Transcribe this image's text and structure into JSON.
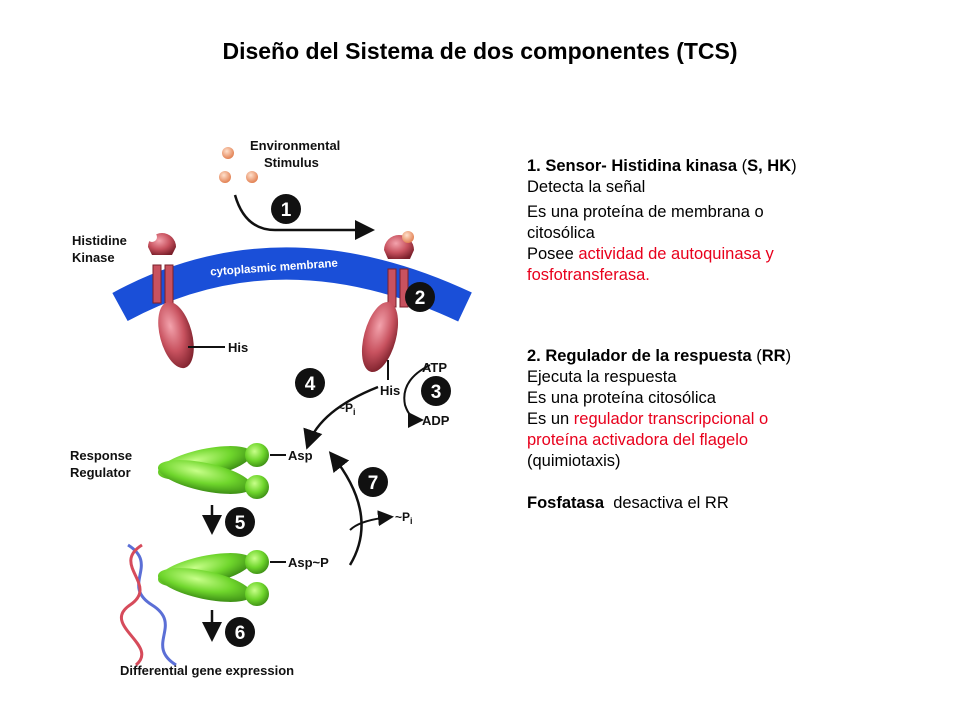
{
  "title": "Diseño del  Sistema de dos componentes (TCS)",
  "diagram": {
    "environmental_stimulus": [
      "Environmental",
      "Stimulus"
    ],
    "histidine_kinase": [
      "Histidine",
      "Kinase"
    ],
    "membrane": "cytoplasmic membrane",
    "his_left": "His",
    "his_right": "His",
    "atp": "ATP",
    "adp": "ADP",
    "pi_top": "~P",
    "pi_bottom": "~P",
    "pi_sub": "i",
    "asp": "Asp",
    "asp_p": "Asp~P",
    "response_regulator": [
      "Response",
      "Regulator"
    ],
    "differential": "Differential gene expression",
    "steps": [
      "1",
      "2",
      "3",
      "4",
      "5",
      "6",
      "7"
    ]
  },
  "panel": {
    "sensor": {
      "heading_num": "1. ",
      "heading_bold": "Sensor- Histidina kinasa",
      "heading_paren_open": " (",
      "heading_abbr": "S, HK",
      "heading_paren_close": ")",
      "line1": "Detecta la señal",
      "line2a": "Es una proteína de membrana o",
      "line2b": "citosólica",
      "line3_prefix": "Posee ",
      "line3_red_a": "actividad de autoquinasa y",
      "line3_red_b": "fosfotransferasa."
    },
    "regulator": {
      "heading_bold": "2. Regulador de la respuesta",
      "heading_paren_open": " (",
      "heading_abbr": "RR",
      "heading_paren_close": ")",
      "line1": "Ejecuta la respuesta",
      "line2": "Es una proteína citosólica",
      "line3_prefix": "Es un ",
      "line3_red_a": "regulador transcripcional o",
      "line3_red_b": "proteína activadora del flagelo",
      "line4": "(quimiotaxis)"
    },
    "phosphatase": {
      "bold": "Fosfatasa",
      "rest": "  desactiva el RR"
    }
  },
  "colors": {
    "membrane": "#1a4fd8",
    "kinase": "#c8525f",
    "kinase_dark": "#7a1f2a",
    "regulator": "#6fd62c",
    "regulator_dark": "#3a8a14",
    "ligand": "#f0a07a",
    "step_circle": "#111111",
    "highlight": "#e8001c"
  }
}
